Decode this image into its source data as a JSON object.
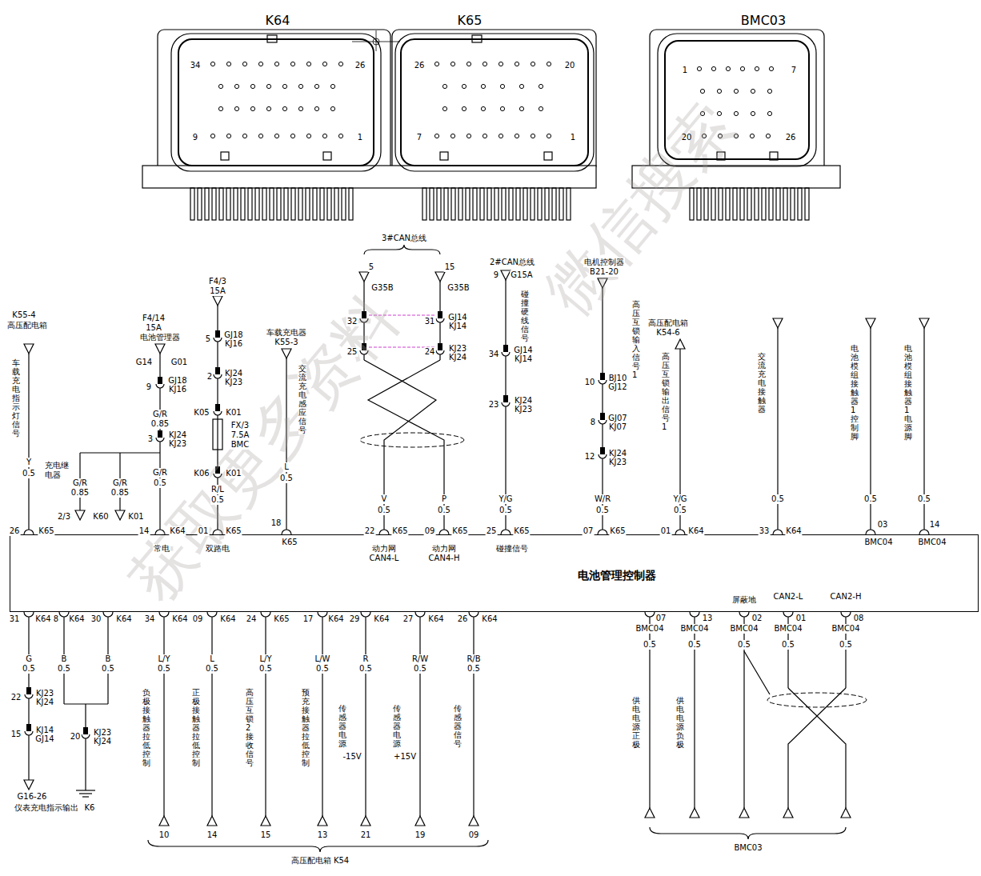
{
  "diagram": {
    "nodes": [
      {
        "text": [
          "K64",
          "34",
          "26",
          "9",
          "1"
        ]
      },
      {
        "text": [
          "K65",
          "26",
          "20",
          "7",
          "1"
        ]
      },
      {
        "text": [
          "BMC03",
          "1",
          "7",
          "20",
          "26"
        ]
      },
      {
        "text": [
          "电池管理控制器"
        ]
      }
    ],
    "labels": [
      "K55-4",
      "高压配电箱",
      "车载充电指示灯信号",
      "Y",
      "0.5",
      "26",
      "K65",
      "F4/14",
      "15A",
      "电池管理器",
      "G14",
      "G01",
      "9",
      "GJ18",
      "KJ16",
      "G/R",
      "0.85",
      "3",
      "KJ24",
      "KJ23",
      "G/R",
      "0.5",
      "14",
      "K64",
      "常电",
      "充电继电器",
      "G/R",
      "0.85",
      "G/R",
      "0.85",
      "2/3",
      "K60",
      "K01",
      "F4/3",
      "15A",
      "5",
      "GJ18",
      "KJ16",
      "2",
      "KJ24",
      "KJ23",
      "K05",
      "K01",
      "FX/3",
      "7.5A",
      "BMC",
      "K06",
      "K01",
      "R/L",
      "0.5",
      "01",
      "K65",
      "双路电",
      "车载充电器",
      "K55-3",
      "交流充电感应信号",
      "L",
      "0.5",
      "18",
      "K65",
      "3#CAN总线",
      "5",
      "15",
      "G35B",
      "G35B",
      "32",
      "31",
      "GJ14",
      "KJ14",
      "25",
      "24",
      "KJ23",
      "KJ24",
      "V",
      "0.5",
      "P",
      "0.5",
      "22",
      "K65",
      "动力网",
      "CAN4-L",
      "09",
      "K65",
      "动力网",
      "CAN4-H",
      "2#CAN总线",
      "9",
      "G15A",
      "碰撞硬线信号",
      "34",
      "GJ14",
      "KJ14",
      "23",
      "KJ24",
      "KJ23",
      "Y/G",
      "0.5",
      "25",
      "K65",
      "碰撞信号",
      "电机控制器",
      "B21-20",
      "高压互锁输入信号1",
      "10",
      "BJ10",
      "GJ12",
      "8",
      "GJ07",
      "KJ07",
      "12",
      "KJ24",
      "KJ23",
      "W/R",
      "0.5",
      "07",
      "K65",
      "高压配电箱",
      "K54-6",
      "高压互锁输出信号1",
      "Y/G",
      "0.5",
      "01",
      "K64",
      "交流充电接触器",
      "0.5",
      "33",
      "K64",
      "电池模组接触器1控制脚",
      "0.5",
      "03",
      "BMC04",
      "电池模组接触器1电源脚",
      "0.5",
      "14",
      "BMC04",
      "31",
      "K64",
      "8",
      "K64",
      "30",
      "K64",
      "G",
      "0.5",
      "22",
      "KJ23",
      "KJ24",
      "15",
      "KJ14",
      "GJ14",
      "G16-26",
      "仪表充电指示输出",
      "B",
      "0.5",
      "B",
      "0.5",
      "20",
      "KJ23",
      "KJ24",
      "K6",
      "34",
      "K64",
      "L/Y",
      "0.5",
      "负极接触器拉低控制",
      "10",
      "09",
      "K64",
      "L",
      "0.5",
      "正极接触器拉低控制",
      "14",
      "24",
      "K65",
      "L/Y",
      "0.5",
      "高压互锁2接收信号",
      "15",
      "17",
      "K64",
      "L/W",
      "0.5",
      "预充接触器拉低控制",
      "13",
      "29",
      "K64",
      "R",
      "0.5",
      "传感器电源",
      "-15V",
      "21",
      "27",
      "K64",
      "R/W",
      "0.5",
      "传感器电源",
      "+15V",
      "19",
      "26",
      "K64",
      "R/B",
      "0.5",
      "传感器信号",
      "09",
      "高压配电箱 K54",
      "屏蔽地",
      "CAN2-L",
      "CAN2-H",
      "07",
      "BMC04",
      "13",
      "BMC04",
      "02",
      "BMC04",
      "01",
      "BMC04",
      "08",
      "BMC04",
      "0.5",
      "0.5",
      "0.5",
      "0.5",
      "0.5",
      "供电电源正极",
      "供电电源负极",
      "BMC03",
      "获取更多资料",
      "微信搜索"
    ]
  }
}
